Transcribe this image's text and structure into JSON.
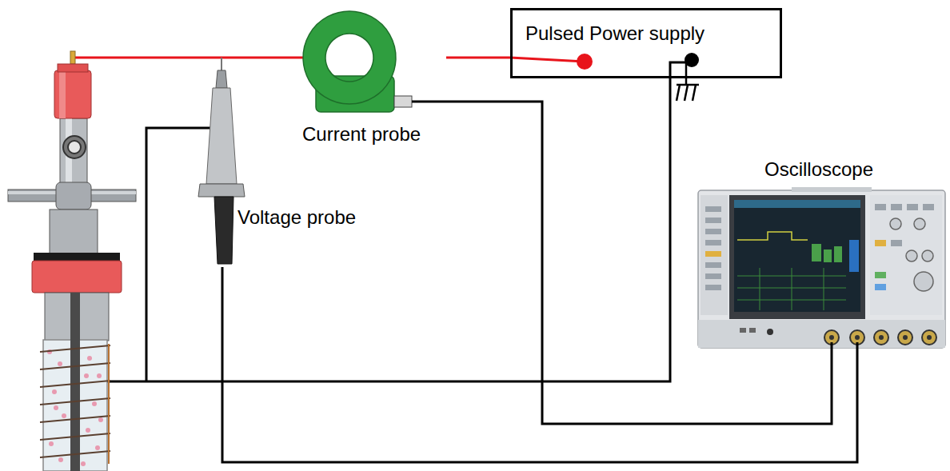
{
  "diagram": {
    "nodes": [
      {
        "text": [
          "Pulsed Power supply"
        ]
      },
      {
        "text": [
          "Current probe"
        ]
      },
      {
        "text": [
          "Voltage probe"
        ]
      },
      {
        "text": [
          "Oscilloscope"
        ]
      }
    ],
    "edges": [
      {
        "from": 1,
        "to": 0,
        "arrow": "none"
      },
      {
        "from": 1,
        "to": 3,
        "arrow": "none"
      },
      {
        "from": 2,
        "to": 3,
        "arrow": "none"
      }
    ]
  }
}
